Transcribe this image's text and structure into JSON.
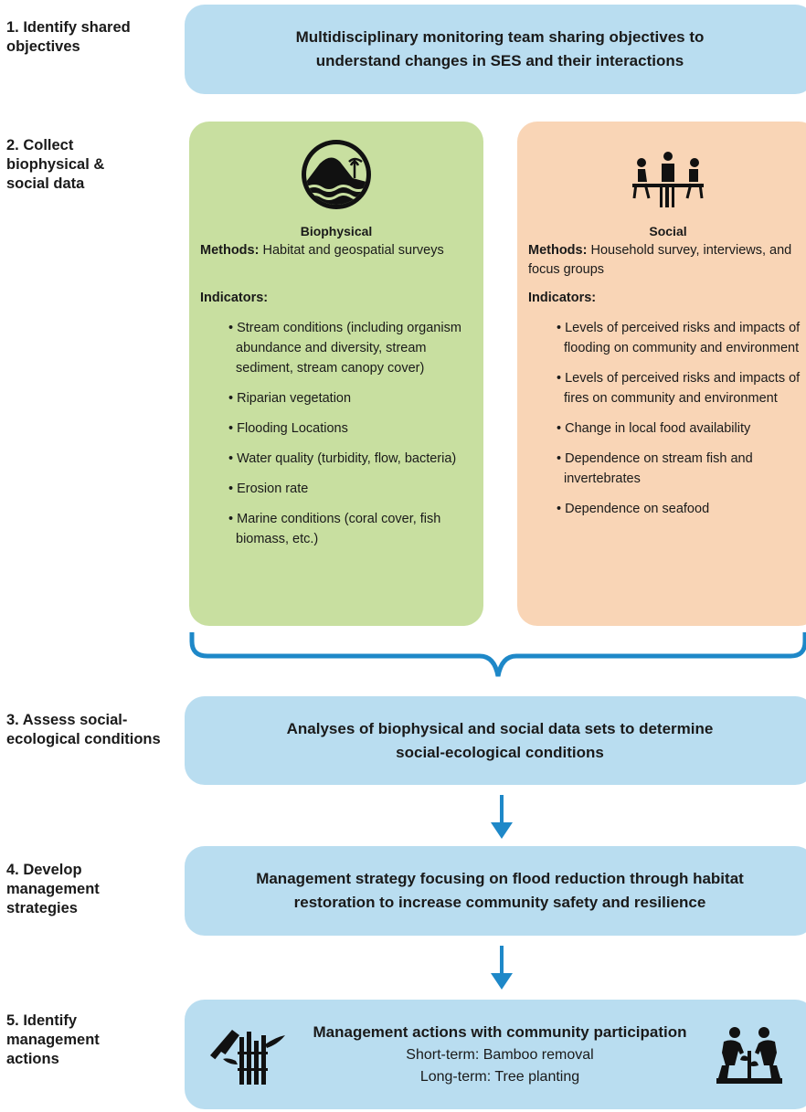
{
  "steps": [
    {
      "label": "1. Identify shared objectives"
    },
    {
      "label": "2. Collect biophysical & social data"
    },
    {
      "label": "3. Assess social-ecological conditions"
    },
    {
      "label": "4. Develop management strategies"
    },
    {
      "label": "5. Identify management actions"
    }
  ],
  "objectives_box": {
    "text": "Multidisciplinary monitoring team sharing objectives to\nunderstand changes in SES and their interactions"
  },
  "biophysical": {
    "title": "Biophysical",
    "methods_label": "Methods:",
    "methods_text": " Habitat and geospatial surveys",
    "indicators_label": "Indicators:",
    "icon": "island-ocean-icon",
    "color": "#c8dfa0",
    "indicators": [
      "Stream conditions (including organism abundance and diversity, stream sediment, stream canopy cover)",
      "Riparian vegetation",
      "Flooding Locations",
      "Water quality (turbidity, flow, bacteria)",
      "Erosion rate",
      "Marine conditions (coral cover, fish biomass, etc.)"
    ]
  },
  "social": {
    "title": "Social",
    "methods_label": "Methods:",
    "methods_text": " Household survey, interviews, and focus groups",
    "indicators_label": "Indicators:",
    "icon": "people-meeting-icon",
    "color": "#f9d5b6",
    "indicators": [
      "Levels of perceived risks and impacts of flooding on community and environment",
      "Levels of perceived risks and impacts of fires on community and environment",
      "Change in local food availability",
      "Dependence on stream fish and invertebrates",
      "Dependence on seafood"
    ]
  },
  "assess_box": {
    "text": "Analyses of biophysical and social data sets to determine\nsocial-ecological conditions"
  },
  "strategy_box": {
    "text": "Management strategy focusing on flood reduction through habitat\nrestoration to increase community safety and resilience"
  },
  "actions_box": {
    "title": "Management actions with community participation",
    "short_term": "Short-term: Bamboo removal",
    "long_term": "Long-term: Tree planting",
    "left_icon": "saw-bamboo-icon",
    "right_icon": "people-planting-icon"
  },
  "colors": {
    "blue_box": "#b9ddf0",
    "arrow_blue": "#1e88c8",
    "brace_blue": "#1e88c8"
  }
}
